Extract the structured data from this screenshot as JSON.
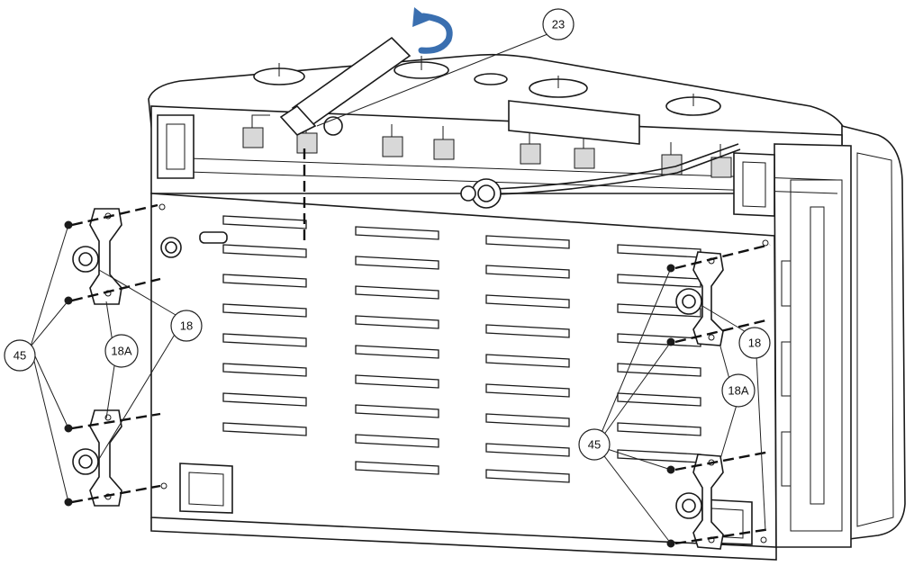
{
  "callouts": {
    "part_23": "23",
    "part_45_left": "45",
    "part_18_left": "18",
    "part_18a_left": "18A",
    "part_18_right": "18",
    "part_18a_right": "18A",
    "part_45_right": "45"
  },
  "colors": {
    "rotation_arrow": "#3a6fb0",
    "line": "#1a1a1a"
  },
  "icons": {
    "rotation": "curved-arrow-icon"
  }
}
